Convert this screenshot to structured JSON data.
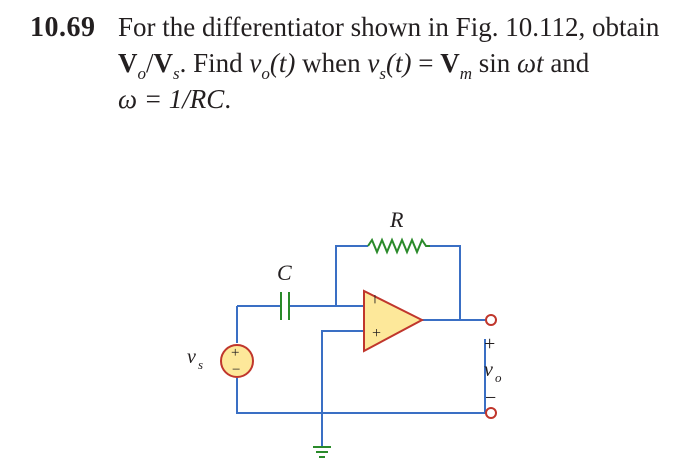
{
  "problem": {
    "number": "10.69",
    "line1": "For the differentiator shown in Fig. 10.112, obtain",
    "vo_bold": "V",
    "vo_sub": "o",
    "slash": "/",
    "vs_bold": "V",
    "vs_sub": "s",
    "line2_text": ". Find ",
    "v_italic": "v",
    "o_sub": "o",
    "t_paren": "(t)",
    "when": " when ",
    "v2_italic": "v",
    "s_sub": "s",
    "t2_paren": "(t)",
    "equals": " = ",
    "vm_bold": "V",
    "m_sub": "m",
    "sin_text": " sin ",
    "omega_t": "ωt",
    "and_text": " and",
    "omega_eq": "ω = 1/",
    "rc": "RC",
    "period": "."
  },
  "figure": {
    "resistor_label": "R",
    "capacitor_label": "C",
    "source_label_v": "v",
    "source_label_sub": "s",
    "source_plus": "+",
    "source_minus": "−",
    "opamp_minus": "−",
    "opamp_plus": "+",
    "output_plus": "+",
    "output_label_v": "v",
    "output_label_sub": "o",
    "output_minus": "−",
    "colors": {
      "wire": "#3a6fc4",
      "component": "#2a8a2a",
      "opamp_fill": "#fde89a",
      "opamp_stroke": "#c0362c",
      "text": "#231f20"
    }
  }
}
